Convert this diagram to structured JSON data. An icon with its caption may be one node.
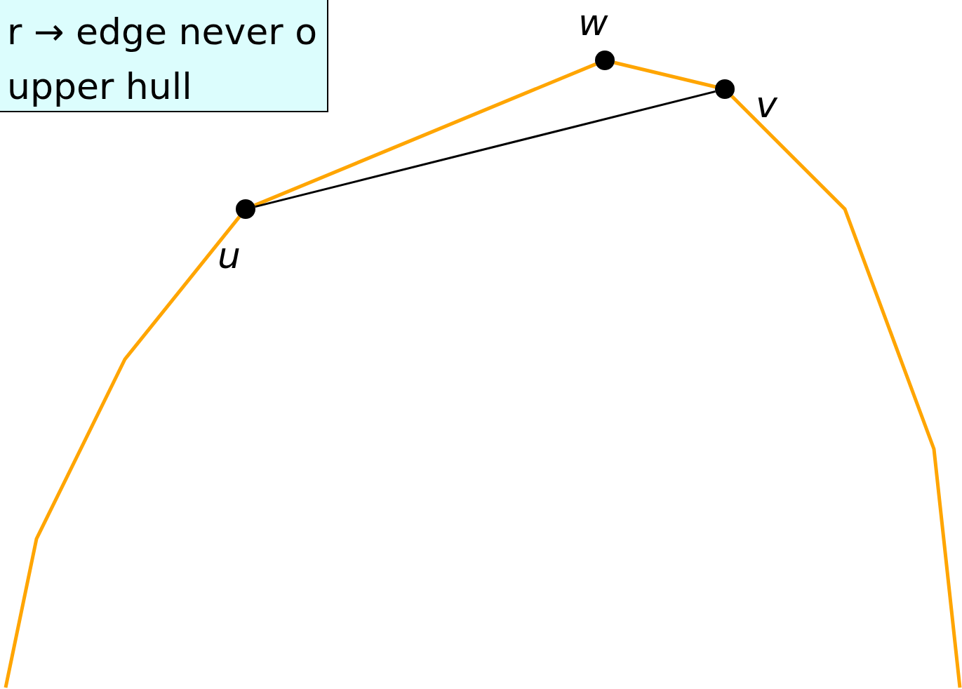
{
  "diagram": {
    "nodes": [
      {
        "text": [
          "r → edge never o upper hull"
        ]
      },
      {
        "text": [],
        "shape": "circle",
        "beside": [
          "w"
        ]
      },
      {
        "text": [],
        "shape": "circle",
        "beside": [
          "v"
        ]
      },
      {
        "text": [],
        "shape": "circle",
        "beside": [
          "u"
        ]
      }
    ],
    "edges": [
      {
        "from": null,
        "to": 3,
        "arrow": "none",
        "color": "#ffa500"
      },
      {
        "from": 3,
        "to": 1,
        "arrow": "none",
        "color": "#ffa500"
      },
      {
        "from": 1,
        "to": 2,
        "arrow": "none",
        "color": "#ffa500"
      },
      {
        "from": 2,
        "to": null,
        "arrow": "none",
        "color": "#ffa500"
      },
      {
        "from": 3,
        "to": 2,
        "arrow": "none",
        "color": "#000000"
      }
    ]
  }
}
